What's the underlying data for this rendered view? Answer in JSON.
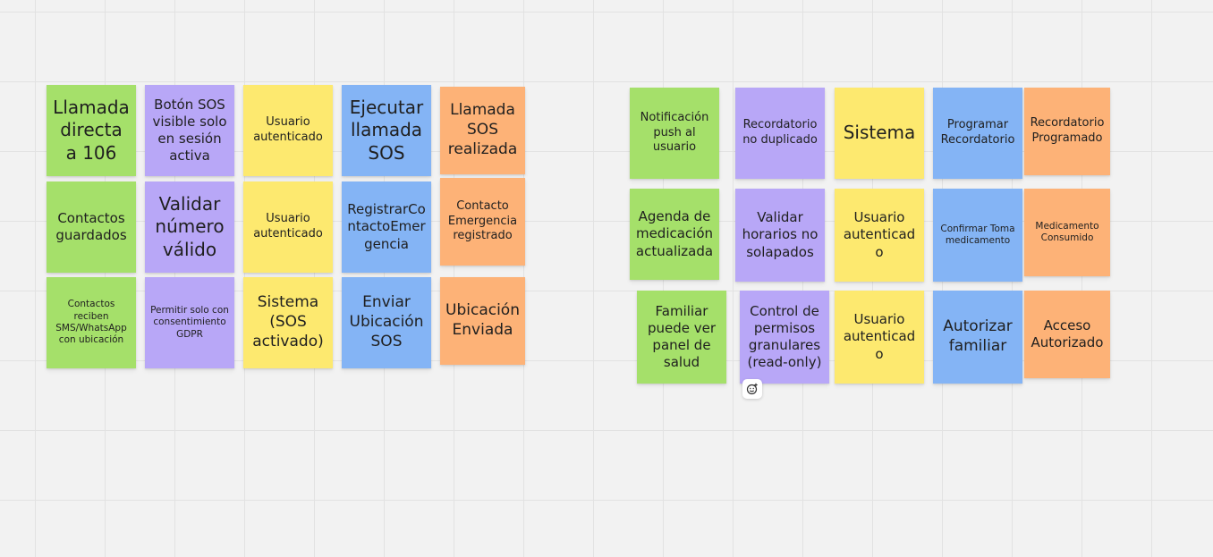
{
  "board": {
    "group_left": [
      {
        "text": "Llamada directa a 106",
        "color": "green"
      },
      {
        "text": "Botón SOS visible solo en sesión activa",
        "color": "purple"
      },
      {
        "text": "Usuario autenticado",
        "color": "yellow"
      },
      {
        "text": "Ejecutar llamada SOS",
        "color": "blue"
      },
      {
        "text": "Llamada SOS realizada",
        "color": "orange"
      },
      {
        "text": "Contactos guardados",
        "color": "green"
      },
      {
        "text": "Validar número válido",
        "color": "purple"
      },
      {
        "text": "Usuario autenticado",
        "color": "yellow"
      },
      {
        "text": "RegistrarContactoEmergencia",
        "color": "blue"
      },
      {
        "text": "Contacto Emergencia registrado",
        "color": "orange"
      },
      {
        "text": "Contactos reciben SMS/WhatsApp con ubicación",
        "color": "green"
      },
      {
        "text": "Permitir solo con consentimiento GDPR",
        "color": "purple"
      },
      {
        "text": "Sistema (SOS activado)",
        "color": "yellow"
      },
      {
        "text": "Enviar Ubicación SOS",
        "color": "blue"
      },
      {
        "text": "Ubicación Enviada",
        "color": "orange"
      }
    ],
    "group_right": [
      {
        "text": "Notificación push al usuario",
        "color": "green"
      },
      {
        "text": "Recordatorio no duplicado",
        "color": "purple"
      },
      {
        "text": "Sistema",
        "color": "yellow"
      },
      {
        "text": "Programar Recordatorio",
        "color": "blue"
      },
      {
        "text": "Recordatorio Programado",
        "color": "orange"
      },
      {
        "text": "Agenda de medicación actualizada",
        "color": "green"
      },
      {
        "text": "Validar horarios no solapados",
        "color": "purple"
      },
      {
        "text": "Usuario autenticado",
        "color": "yellow"
      },
      {
        "text": "Confirmar Toma medicamento",
        "color": "blue"
      },
      {
        "text": "Medicamento Consumido",
        "color": "orange"
      },
      {
        "text": "Familiar puede ver panel de salud",
        "color": "green"
      },
      {
        "text": "Control de permisos granulares (read-only)",
        "color": "purple"
      },
      {
        "text": "Usuario autenticado",
        "color": "yellow"
      },
      {
        "text": "Autorizar familiar",
        "color": "blue"
      },
      {
        "text": "Acceso Autorizado",
        "color": "orange"
      }
    ],
    "reaction_icon": "add-reaction-icon",
    "colors": {
      "green": "#a5e06a",
      "purple": "#b8a7f7",
      "yellow": "#fde96f",
      "blue": "#84b4f5",
      "orange": "#fdb277",
      "canvas": "#f2f2f2"
    }
  }
}
